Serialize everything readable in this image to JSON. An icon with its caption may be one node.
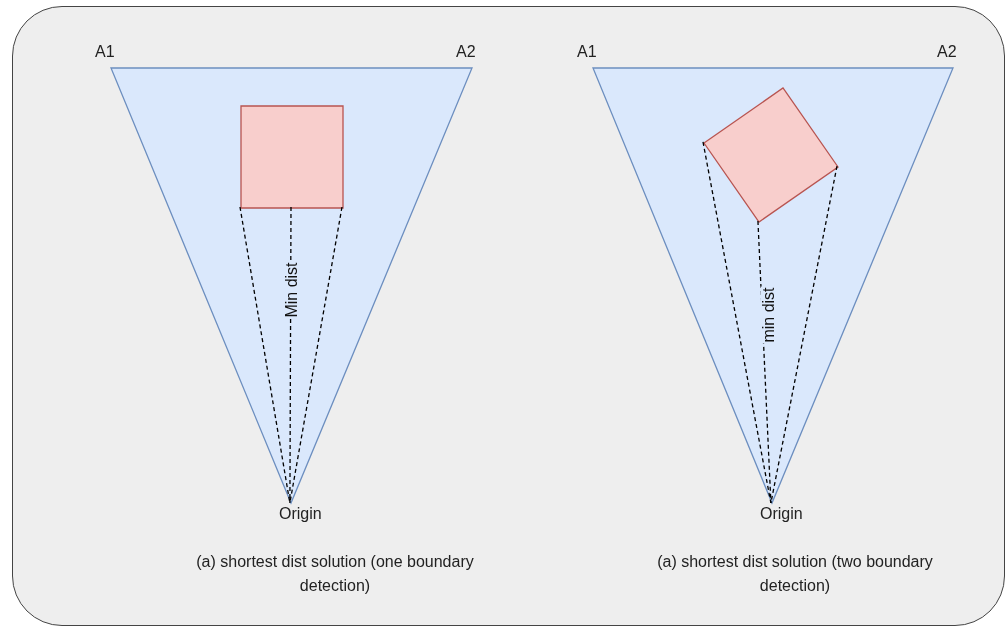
{
  "diagram": {
    "nodes": [
      {
        "text": [],
        "shape": "box"
      },
      {
        "text": [],
        "shape": "triangle",
        "in": 0
      },
      {
        "text": [],
        "shape": "box",
        "in": 1
      },
      {
        "text": [
          "Origin"
        ],
        "in": 0
      },
      {
        "text": [],
        "shape": "triangle",
        "in": 0
      },
      {
        "text": [],
        "shape": "box",
        "in": 4
      },
      {
        "text": [
          "Origin"
        ],
        "in": 0
      }
    ],
    "edges": [
      {
        "from": 2,
        "to": 3,
        "arrow": "none",
        "style": "dashed"
      },
      {
        "from": 2,
        "to": 3,
        "arrow": "none",
        "style": "dashed",
        "label": "Min dist"
      },
      {
        "from": 2,
        "to": 3,
        "arrow": "none",
        "style": "dashed"
      },
      {
        "from": 5,
        "to": 6,
        "arrow": "none",
        "style": "dashed"
      },
      {
        "from": 5,
        "to": 6,
        "arrow": "none",
        "style": "dashed",
        "label": "min dist"
      },
      {
        "from": 5,
        "to": 6,
        "arrow": "none",
        "style": "dashed"
      }
    ],
    "labels": [
      "A1",
      "A2",
      "A1",
      "A2",
      "(a) shortest dist solution (one boundary detection)",
      "(a) shortest dist solution (two boundary detection)"
    ]
  }
}
